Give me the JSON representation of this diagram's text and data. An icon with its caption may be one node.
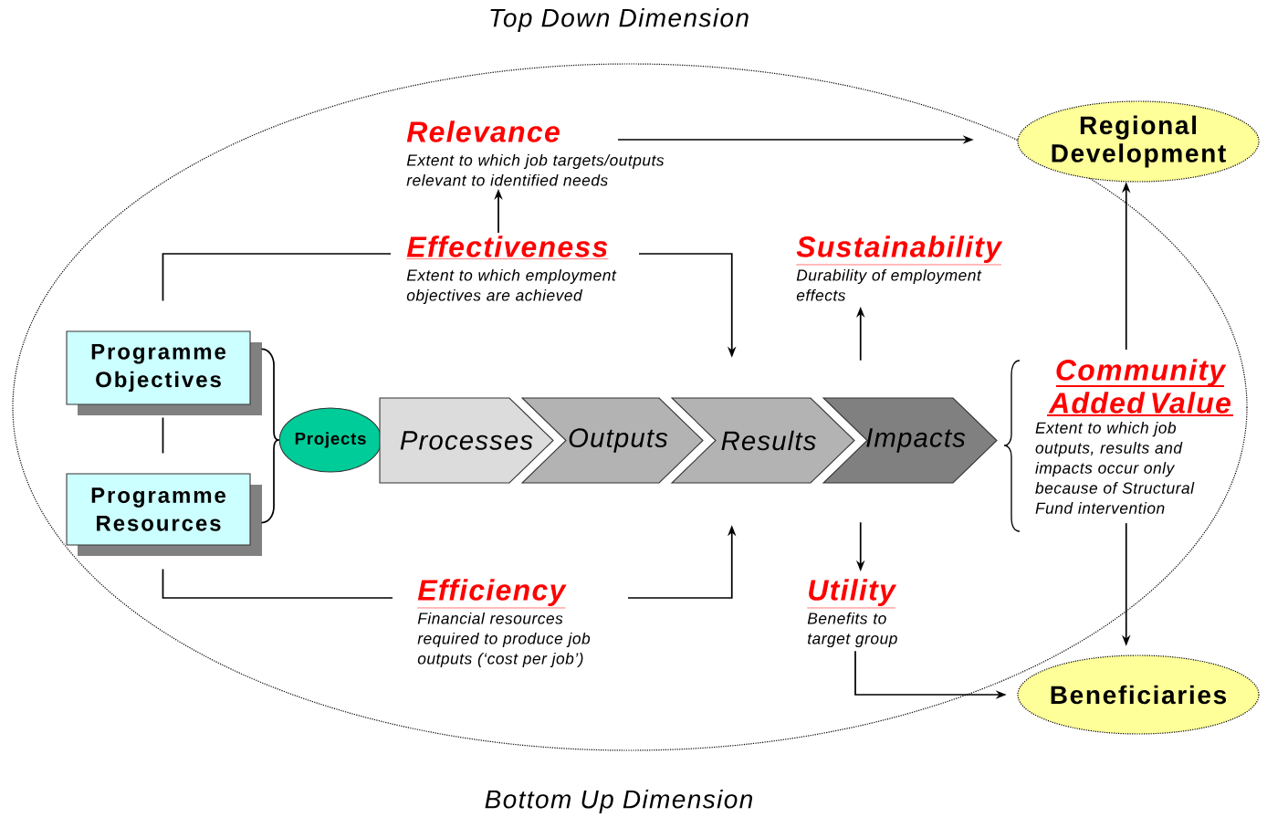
{
  "diagram": {
    "nodes": [
      {
        "text": [
          "Programme Objectives"
        ]
      },
      {
        "text": [
          "Programme Resources"
        ]
      },
      {
        "text": [
          "Projects"
        ]
      },
      {
        "text": [
          "Processes"
        ]
      },
      {
        "text": [
          "Outputs"
        ]
      },
      {
        "text": [
          "Results"
        ]
      },
      {
        "text": [
          "Impacts"
        ]
      },
      {
        "text": [
          "Relevance",
          "Extent to which job targets/outputs relevant to identified needs"
        ]
      },
      {
        "text": [
          "Effectiveness",
          "Extent to which employment objectives are achieved"
        ]
      },
      {
        "text": [
          "Sustainability",
          "Durability of employment effects"
        ]
      },
      {
        "text": [
          "Efficiency",
          "Financial resources required to produce job outputs (‘cost per job’)"
        ]
      },
      {
        "text": [
          "Utility",
          "Benefits to target group"
        ]
      },
      {
        "text": [
          "Community Added Value",
          "Extent to which job outputs, results and impacts occur only because of Structural Fund intervention"
        ]
      },
      {
        "text": [
          "Regional Development"
        ]
      },
      {
        "text": [
          "Beneficiaries"
        ]
      }
    ],
    "edges": [
      {
        "from": 7,
        "to": 13,
        "arrow": "to"
      },
      {
        "from": 8,
        "to": 7,
        "arrow": "to"
      },
      {
        "from": 0,
        "to": 8,
        "arrow": "none"
      },
      {
        "from": 8,
        "to": 5,
        "arrow": "to"
      },
      {
        "from": 0,
        "to": 1,
        "arrow": "none"
      },
      {
        "from": 0,
        "to": 2,
        "arrow": "none"
      },
      {
        "from": 1,
        "to": 2,
        "arrow": "none"
      },
      {
        "from": 1,
        "to": 10,
        "arrow": "none"
      },
      {
        "from": 10,
        "to": 5,
        "arrow": "to"
      },
      {
        "from": 6,
        "to": 9,
        "arrow": "to"
      },
      {
        "from": 6,
        "to": 11,
        "arrow": "to"
      },
      {
        "from": 11,
        "to": 14,
        "arrow": "to"
      },
      {
        "from": 12,
        "to": 13,
        "arrow": "to"
      },
      {
        "from": 12,
        "to": 14,
        "arrow": "to"
      }
    ],
    "labels": [
      "Top Down Dimension",
      "Bottom Up Dimension"
    ]
  }
}
